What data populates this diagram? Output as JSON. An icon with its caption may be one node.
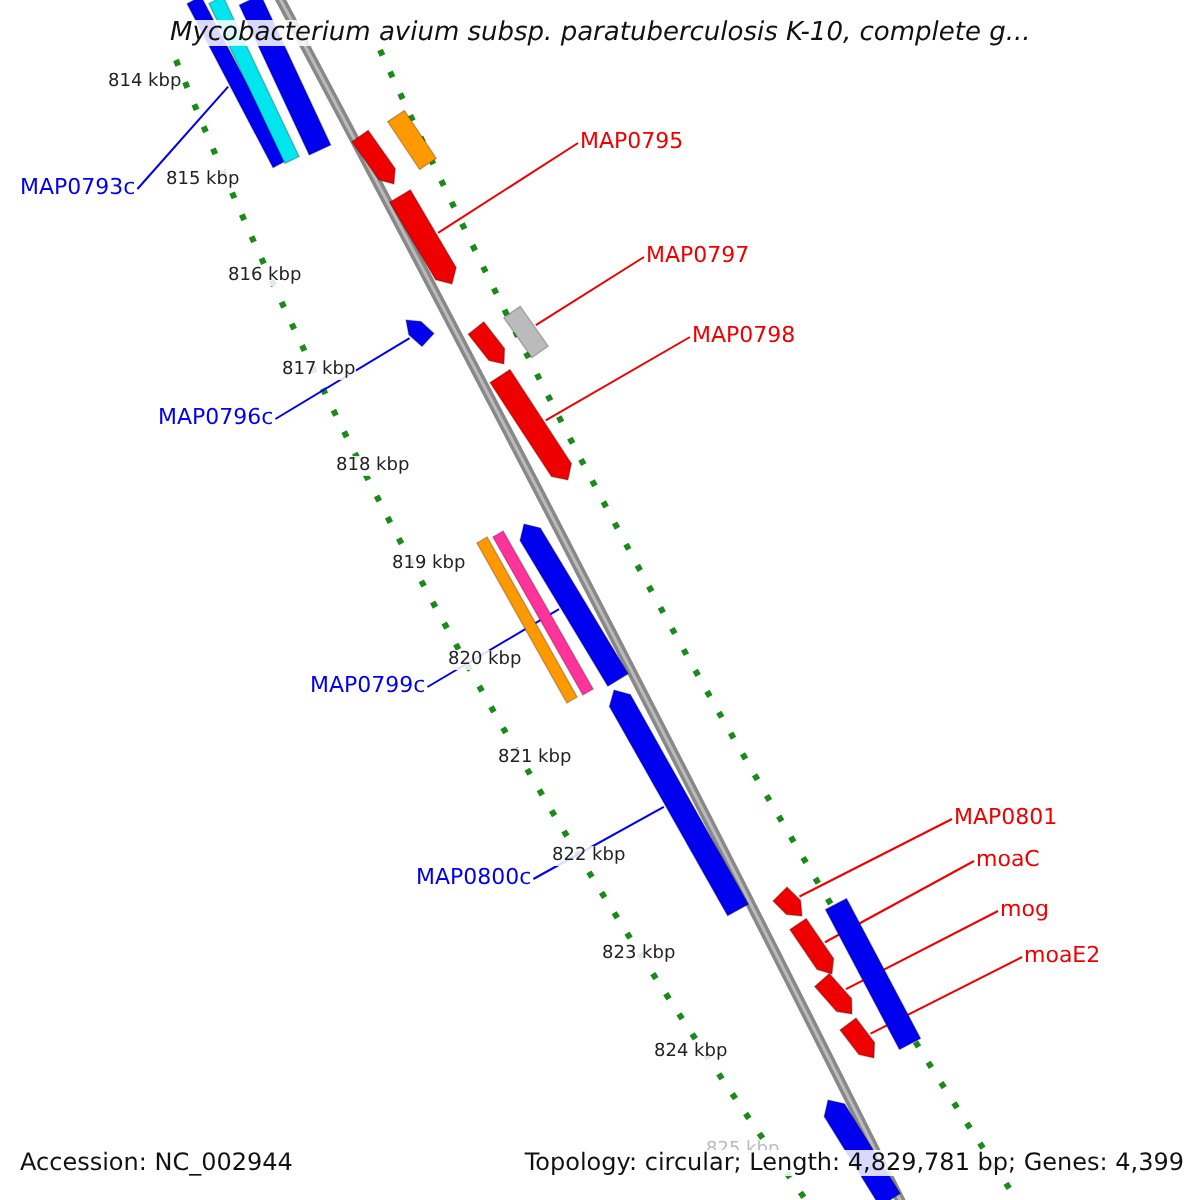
{
  "diagram": {
    "title": "Mycobacterium avium subsp. paratuberculosis K-10, complete g...",
    "nodes": [
      {
        "text": [
          "MAP0795"
        ]
      },
      {
        "text": [
          "MAP0793c"
        ]
      },
      {
        "text": [
          "MAP0797"
        ]
      },
      {
        "text": [
          "MAP0798"
        ]
      },
      {
        "text": [
          "MAP0796c"
        ]
      },
      {
        "text": [
          "MAP0799c"
        ]
      },
      {
        "text": [
          "MAP0801"
        ]
      },
      {
        "text": [
          "moaC"
        ]
      },
      {
        "text": [
          "MAP0800c"
        ]
      },
      {
        "text": [
          "mog"
        ]
      },
      {
        "text": [
          "moaE2"
        ]
      },
      {
        "text": [],
        "shape": "bar"
      },
      {
        "text": [],
        "shape": "bar"
      },
      {
        "text": [],
        "shape": "bar"
      },
      {
        "text": [],
        "shape": "bar"
      },
      {
        "text": [],
        "shape": "bar"
      },
      {
        "text": [],
        "shape": "bar"
      },
      {
        "text": [],
        "shape": "bar"
      },
      {
        "text": [],
        "shape": "bar"
      },
      {
        "text": [],
        "shape": "bar"
      },
      {
        "text": [],
        "shape": "bar"
      },
      {
        "text": [],
        "shape": "bar"
      },
      {
        "text": [],
        "shape": "bar"
      },
      {
        "text": [],
        "shape": "bar"
      },
      {
        "text": [],
        "shape": "bar"
      },
      {
        "text": [],
        "shape": "bar"
      },
      {
        "text": [],
        "shape": "bar"
      },
      {
        "text": [],
        "shape": "bar"
      },
      {
        "text": [],
        "shape": "bar"
      },
      {
        "text": [],
        "shape": "bar"
      },
      {
        "text": [],
        "shape": "bar"
      }
    ],
    "edges": [
      {
        "from": 0,
        "to": 16,
        "arrow": "none"
      },
      {
        "from": 1,
        "to": 11,
        "arrow": "none",
        "color": "#0000ee"
      },
      {
        "from": 2,
        "to": 17,
        "arrow": "none"
      },
      {
        "from": 3,
        "to": 20,
        "arrow": "none"
      },
      {
        "from": 4,
        "to": 18,
        "arrow": "none",
        "color": "#0000ee"
      },
      {
        "from": 5,
        "to": 21,
        "arrow": "none",
        "color": "#0000ee"
      },
      {
        "from": 6,
        "to": 25,
        "arrow": "none"
      },
      {
        "from": 7,
        "to": 27,
        "arrow": "none"
      },
      {
        "from": 8,
        "to": 24,
        "arrow": "none",
        "color": "#0000ee"
      },
      {
        "from": 9,
        "to": 28,
        "arrow": "none"
      },
      {
        "from": 10,
        "to": 29,
        "arrow": "none"
      }
    ],
    "labels": [
      "814 kbp",
      "815 kbp",
      "816 kbp",
      "817 kbp",
      "818 kbp",
      "819 kbp",
      "820 kbp",
      "821 kbp",
      "822 kbp",
      "823 kbp",
      "824 kbp",
      "825 kbp",
      "Accession: NC_002944",
      "Topology: circular; Length: 4,829,781 bp; Genes: 4,399"
    ]
  }
}
